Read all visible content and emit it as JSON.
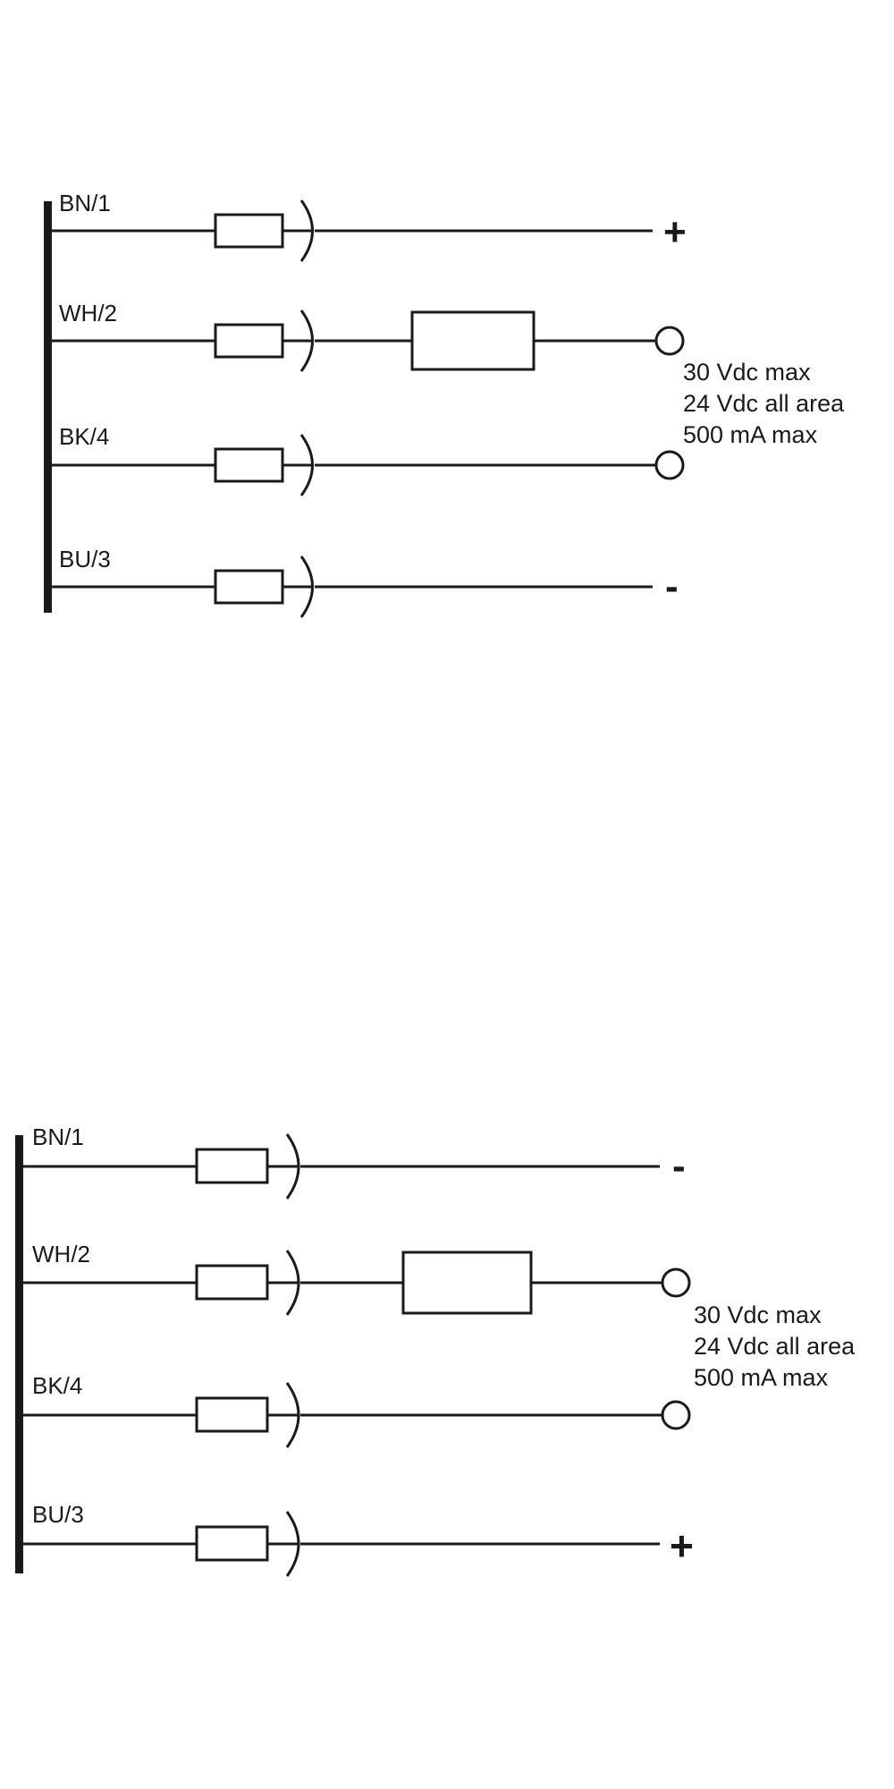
{
  "diagrams": [
    {
      "rows": [
        {
          "label": "BN/1",
          "terminal": "+",
          "terminal_type": "plus"
        },
        {
          "label": "WH/2",
          "terminal": "",
          "terminal_type": "circle",
          "load": true
        },
        {
          "label": "BK/4",
          "terminal": "",
          "terminal_type": "circle"
        },
        {
          "label": "BU/3",
          "terminal": "-",
          "terminal_type": "minus"
        }
      ],
      "specs": [
        "30 Vdc max",
        "24 Vdc all area",
        "500 mA max"
      ]
    },
    {
      "rows": [
        {
          "label": "BN/1",
          "terminal": "-",
          "terminal_type": "minus"
        },
        {
          "label": "WH/2",
          "terminal": "",
          "terminal_type": "circle",
          "load": true
        },
        {
          "label": "BK/4",
          "terminal": "",
          "terminal_type": "circle"
        },
        {
          "label": "BU/3",
          "terminal": "+",
          "terminal_type": "plus"
        }
      ],
      "specs": [
        "30 Vdc max",
        "24 Vdc all area",
        "500 mA max"
      ]
    }
  ]
}
